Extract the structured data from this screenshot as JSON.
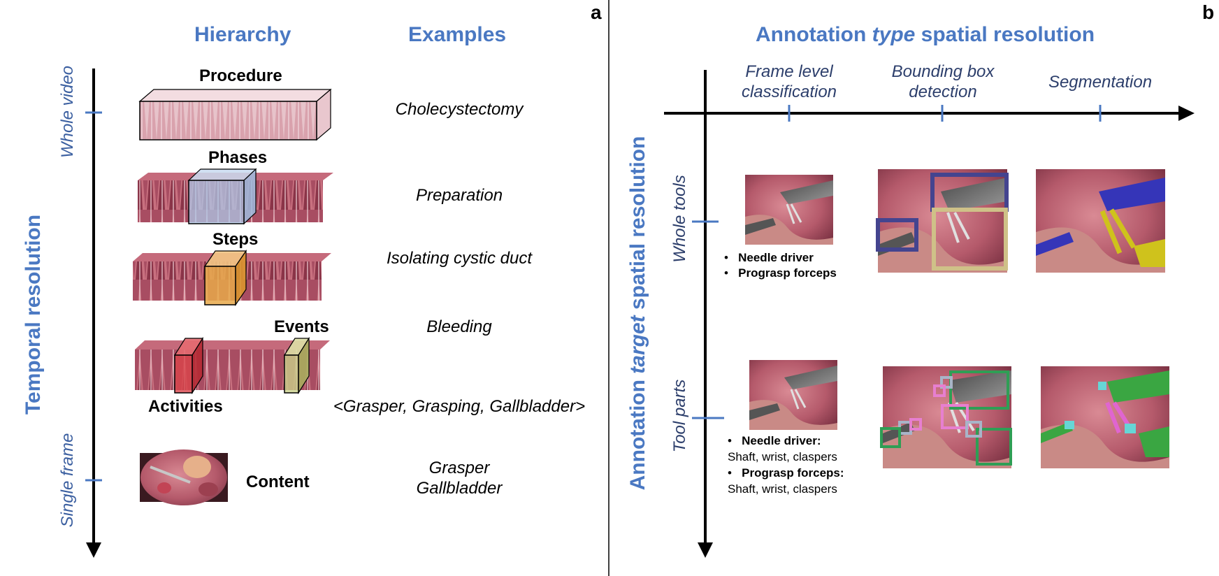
{
  "panel_a": {
    "letter": "a",
    "col_hierarchy": "Hierarchy",
    "col_examples": "Examples",
    "axis_label": "Temporal resolution",
    "axis_top": "Whole video",
    "axis_bottom": "Single frame",
    "levels": {
      "procedure": "Procedure",
      "phases": "Phases",
      "steps": "Steps",
      "events": "Events",
      "activities": "Activities",
      "content": "Content"
    },
    "examples": {
      "procedure": "Cholecystectomy",
      "phases": "Preparation",
      "steps": "Isolating cystic duct",
      "events": "Bleeding",
      "activities": "<Grasper, Grasping, Gallbladder>",
      "content_line1": "Grasper",
      "content_line2": "Gallbladder"
    }
  },
  "panel_b": {
    "letter": "b",
    "title_pre": "Annotation ",
    "title_em": "type",
    "title_post": " spatial resolution",
    "y_title_pre": "Annotation ",
    "y_title_em": "target",
    "y_title_post": " spatial resolution",
    "x_ticks": {
      "frame_l1": "Frame level",
      "frame_l2": "classification",
      "bbox_l1": "Bounding box",
      "bbox_l2": "detection",
      "seg": "Segmentation"
    },
    "y_ticks": {
      "whole": "Whole tools",
      "parts": "Tool parts"
    },
    "whole_list": {
      "item1": "Needle driver",
      "item2": "Prograsp forceps"
    },
    "parts_list": {
      "item1_head": "Needle driver:",
      "item1_sub": "Shaft, wrist, claspers",
      "item2_head": "Prograsp forceps:",
      "item2_sub": "Shaft, wrist, claspers"
    }
  },
  "colors": {
    "heading_blue": "#4a78c2",
    "axis_navy": "#2c3e6b",
    "tissue": "#b85a6c",
    "phase_box": "#aec8e8",
    "step_box": "#e8a94a",
    "activity_box": "#d9434a",
    "event_box": "#c9cf8a",
    "bbox_navy": "#44448f",
    "bbox_khaki": "#cfc188",
    "part_green": "#2f9e55",
    "part_pink": "#e77fd0",
    "part_grey": "#a8b4c8"
  }
}
